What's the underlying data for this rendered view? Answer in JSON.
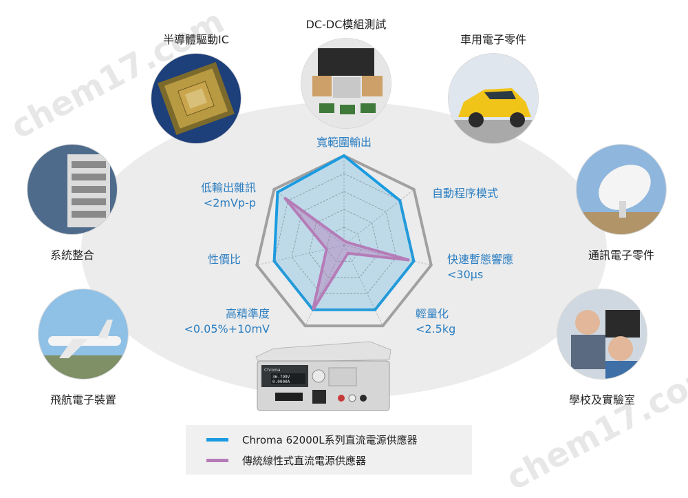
{
  "chart_data": {
    "type": "radar",
    "axes": [
      {
        "id": "wide",
        "lines": [
          "寬範圍輸出"
        ]
      },
      {
        "id": "auto",
        "lines": [
          "自動程序模式"
        ]
      },
      {
        "id": "fast",
        "lines": [
          "快速暫態響應",
          "<30μs"
        ]
      },
      {
        "id": "light",
        "lines": [
          "輕量化",
          "<2.5kg"
        ]
      },
      {
        "id": "accuracy",
        "lines": [
          "高精準度",
          "<0.05%+10mV"
        ]
      },
      {
        "id": "cost",
        "lines": [
          "性價比"
        ]
      },
      {
        "id": "noise",
        "lines": [
          "低輸出雜訊",
          "<2mVp-p"
        ]
      }
    ],
    "scale_levels": 5,
    "series": [
      {
        "name": "Chroma 62000L系列直流電源供應器",
        "color": "#1a9be0",
        "values": [
          1.0,
          0.8,
          0.8,
          0.8,
          0.8,
          0.8,
          0.95
        ]
      },
      {
        "name": "傳統線性式直流電源供應器",
        "color": "#b57cb8",
        "values": [
          0.05,
          0.05,
          0.75,
          0.1,
          0.8,
          0.2,
          0.85
        ]
      },
      {
        "name": "",
        "color": "#a0a0a0",
        "values": [
          1.0,
          1.0,
          1.0,
          1.0,
          1.0,
          1.0,
          1.0
        ]
      }
    ]
  },
  "applications": {
    "semiconductor": "半導體驅動IC",
    "dcdc": "DC-DC模組測試",
    "automotive": "車用電子零件",
    "telecom": "通訊電子零件",
    "school": "學校及實驗室",
    "avionics": "飛航電子裝置",
    "system": "系統整合"
  },
  "legend": {
    "chroma": "Chroma 62000L系列直流電源供應器",
    "traditional": "傳統線性式直流電源供應器"
  },
  "device": {
    "brand": "Chroma",
    "display_v": "36.799V",
    "display_a": "0.0000A"
  },
  "watermark": "chem17.com",
  "colors": {
    "accent": "#1a9be0",
    "secondary": "#b57cb8",
    "grid": "#a0a0a0",
    "axis_text": "#2b7ec1"
  }
}
